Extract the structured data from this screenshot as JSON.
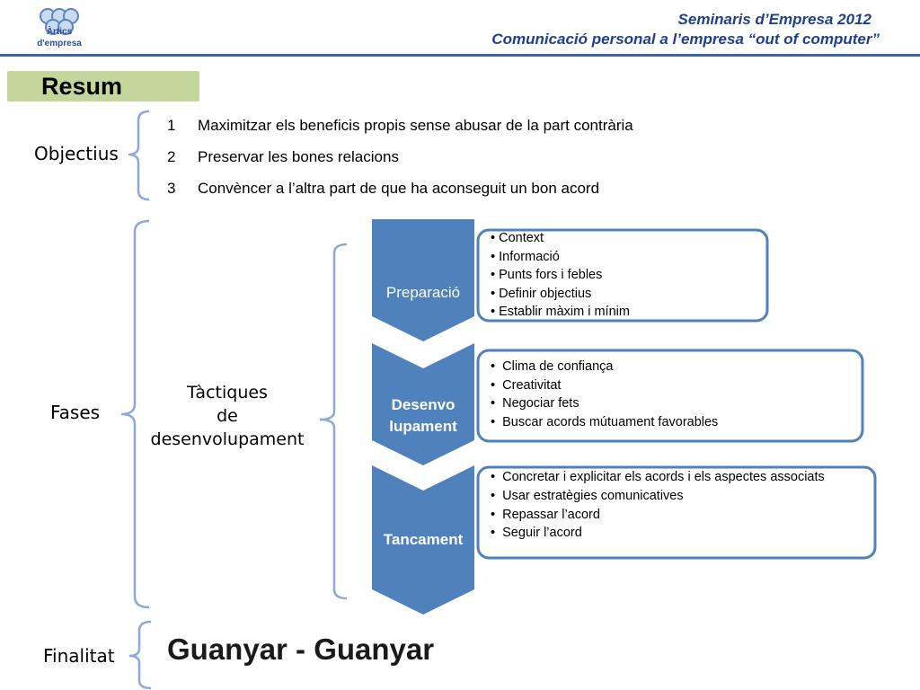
{
  "header": {
    "logo_text_1": "Àrtics",
    "logo_text_2": "d'empresa",
    "title_line1": "Seminaris d’Empresa 2012",
    "title_line2": "Comunicació personal a l’empresa “out of computer”"
  },
  "resum": {
    "title": "Resum"
  },
  "objectius": {
    "label": "Objectius",
    "items": [
      {
        "num": "1",
        "text": "Maximitzar els beneficis propis sense abusar de la part contrària"
      },
      {
        "num": "2",
        "text": "Preservar les bones relacions"
      },
      {
        "num": "3",
        "text": "Convèncer a l’altra part de que ha aconseguit un bon acord"
      }
    ]
  },
  "fases": {
    "label": "Fases",
    "tactic_lines": [
      "Tàctiques",
      "de",
      "desenvolupament"
    ],
    "phases": [
      {
        "name": "Preparació",
        "bullets": [
          "Context",
          "Informació",
          "Punts fors i febles",
          "Definir objectius",
          "Establir màxim i mínim"
        ]
      },
      {
        "name_lines": [
          "Desenvo",
          "lupament"
        ],
        "bullets": [
          "Clima de confiança",
          "Creativitat",
          "Negociar fets",
          "Buscar acords mútuament favorables"
        ]
      },
      {
        "name": "Tancament",
        "bullets": [
          "Concretar i explicitar els acords i els aspectes associats",
          "Usar estratègies comunicatives",
          "Repassar l’acord",
          "Seguir l’acord"
        ]
      }
    ]
  },
  "finalitat": {
    "label": "Finalitat",
    "text": "Guanyar - Guanyar"
  },
  "colors": {
    "accent_blue": "#4f81bd",
    "header_blue": "#1f3f8f",
    "resum_green": "#c3d69b",
    "bracket_blue": "#8ea9d8"
  }
}
